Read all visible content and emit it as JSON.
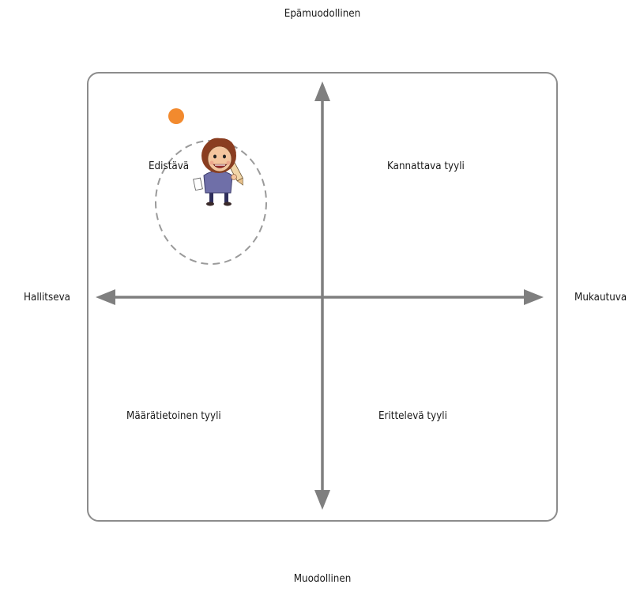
{
  "axes": {
    "top": "Epämuodollinen",
    "bottom": "Muodollinen",
    "left": "Hallitseva",
    "right": "Mukautuva"
  },
  "quadrants": {
    "top_left": "Edistävä",
    "top_right": "Kannattava tyyli",
    "bottom_left": "Määrätietoinen tyyli",
    "bottom_right": "Erittelevä tyyli"
  },
  "colors": {
    "frame": "#8c8c8c",
    "arrows": "#7f7f7f",
    "marker": "#f28a2e",
    "dashed_ellipse": "#9a9a9a"
  },
  "icons": {
    "marker": "orange-dot",
    "figure": "cartoon-woman-with-pencil"
  }
}
